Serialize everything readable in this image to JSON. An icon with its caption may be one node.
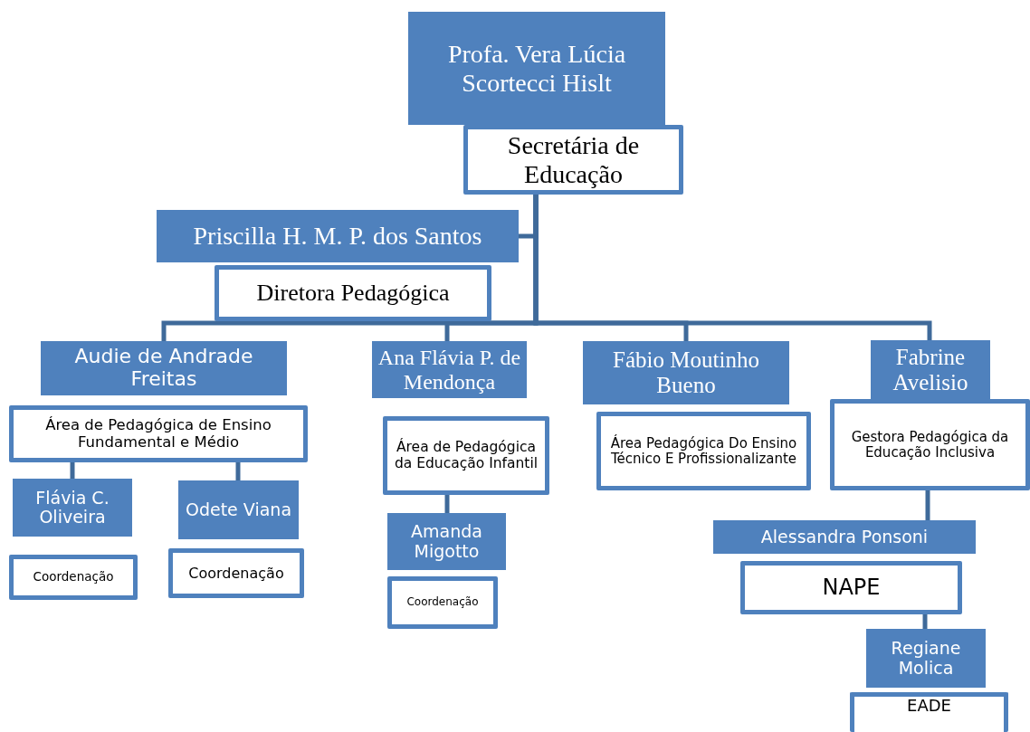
{
  "diagram": {
    "nodes": [
      {
        "text": [
          "Profa. Vera Lúcia Scortecci Hislt"
        ]
      },
      {
        "text": [
          "Secretária de Educação"
        ]
      },
      {
        "text": [
          "Priscilla H. M. P. dos Santos"
        ]
      },
      {
        "text": [
          "Diretora Pedagógica"
        ]
      },
      {
        "text": [
          "Audie de Andrade Freitas"
        ]
      },
      {
        "text": [
          "Área de Pedagógica de Ensino Fundamental e Médio"
        ]
      },
      {
        "text": [
          "Flávia C. Oliveira"
        ]
      },
      {
        "text": [
          "Coordenação"
        ]
      },
      {
        "text": [
          "Odete Viana"
        ]
      },
      {
        "text": [
          "Coordenação"
        ]
      },
      {
        "text": [
          "Ana Flávia P. de Mendonça"
        ]
      },
      {
        "text": [
          "Área de Pedagógica da Educação Infantil"
        ]
      },
      {
        "text": [
          "Amanda Migotto"
        ]
      },
      {
        "text": [
          "Coordenação"
        ]
      },
      {
        "text": [
          "Fábio Moutinho Bueno"
        ]
      },
      {
        "text": [
          "Área Pedagógica Do Ensino Técnico E Profissionalizante"
        ]
      },
      {
        "text": [
          "Fabrine Avelisio"
        ]
      },
      {
        "text": [
          "Gestora Pedagógica da Educação Inclusiva"
        ]
      },
      {
        "text": [
          "Alessandra  Ponsoni"
        ]
      },
      {
        "text": [
          "NAPE"
        ]
      },
      {
        "text": [
          "Regiane Molica"
        ]
      },
      {
        "text": [
          "EADE"
        ]
      }
    ],
    "edges": [
      {
        "from": 1,
        "to": 2,
        "arrow": "none"
      },
      {
        "from": 1,
        "to": 4,
        "arrow": "none"
      },
      {
        "from": 1,
        "to": 10,
        "arrow": "none"
      },
      {
        "from": 1,
        "to": 14,
        "arrow": "none"
      },
      {
        "from": 1,
        "to": 16,
        "arrow": "none"
      },
      {
        "from": 5,
        "to": 6,
        "arrow": "none"
      },
      {
        "from": 5,
        "to": 8,
        "arrow": "none"
      },
      {
        "from": 11,
        "to": 12,
        "arrow": "none"
      },
      {
        "from": 17,
        "to": 18,
        "arrow": "none"
      },
      {
        "from": 19,
        "to": 20,
        "arrow": "none"
      }
    ]
  }
}
